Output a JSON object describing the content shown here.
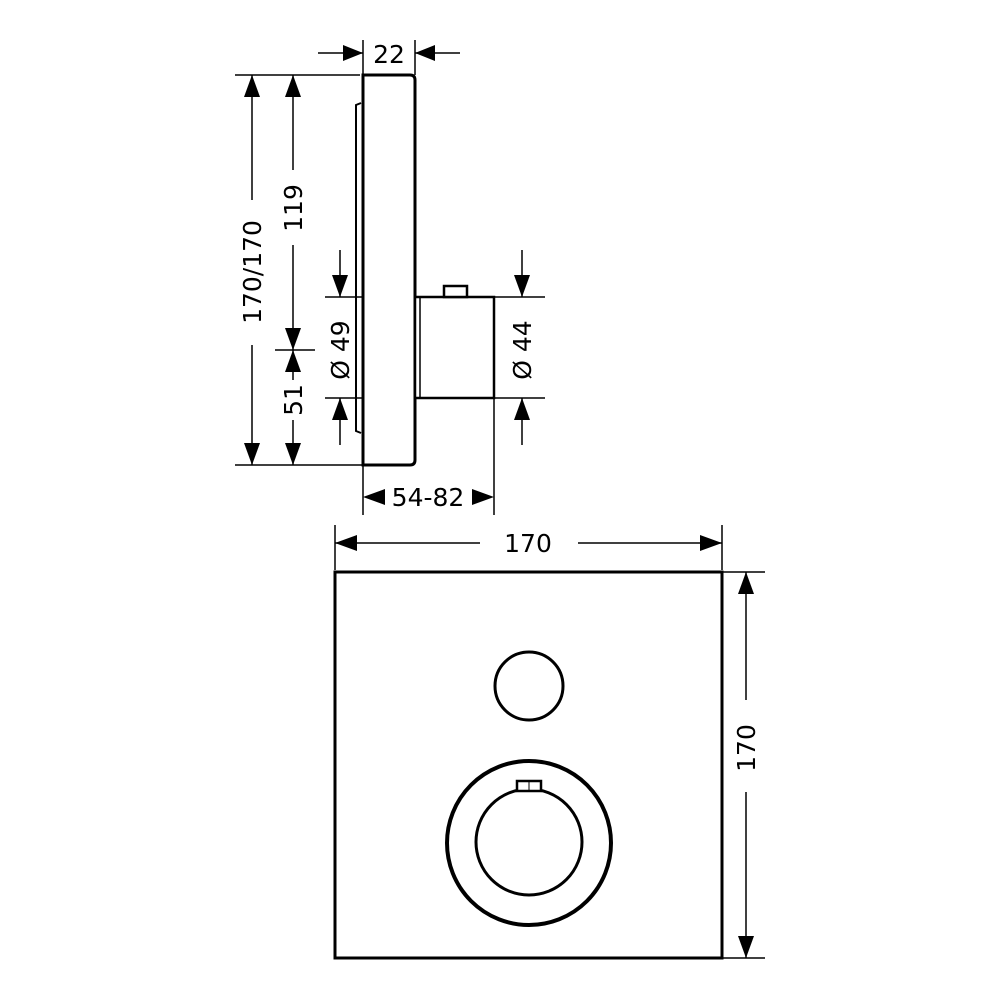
{
  "drawing": {
    "side_view": {
      "dim_panel_depth": "22",
      "dim_total_height": "170/170",
      "dim_upper_height": "119",
      "dim_lower_height": "51",
      "dim_rosette_dia": "Ø 49",
      "dim_body_dia": "Ø 44",
      "dim_projection": "54-82"
    },
    "front_view": {
      "dim_width": "170",
      "dim_height": "170"
    },
    "colors": {
      "line": "#000000",
      "background": "#ffffff"
    }
  }
}
